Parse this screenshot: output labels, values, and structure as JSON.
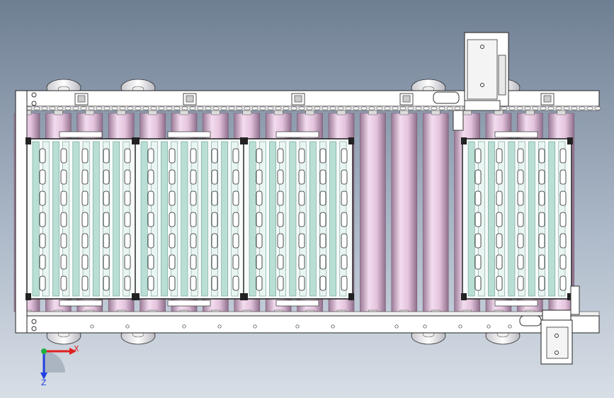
{
  "view": {
    "background_top": "#6f7f93",
    "background_bottom": "#d8dee6"
  },
  "model": {
    "frame_color": "#ffffff",
    "roller_color": "#e6c8e0",
    "plate_color": "#b9dfd5",
    "roller_count": 18,
    "tray_count": 4,
    "tray_slots": 7
  },
  "triad": {
    "x_label": "X",
    "z_label": "Z",
    "x_color": "#e02020",
    "y_color": "#20b040",
    "z_color": "#2040e0"
  }
}
